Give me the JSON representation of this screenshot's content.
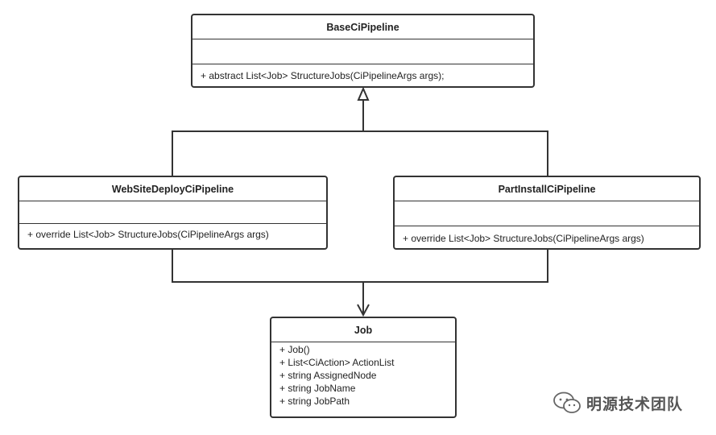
{
  "diagram": {
    "classes": {
      "base": {
        "name": "BaseCiPipeline",
        "operations": [
          "+ abstract List<Job> StructureJobs(CiPipelineArgs args);"
        ]
      },
      "website": {
        "name": "WebSiteDeployCiPipeline",
        "operations": [
          "+ override List<Job> StructureJobs(CiPipelineArgs args)"
        ]
      },
      "partinstall": {
        "name": "PartInstallCiPipeline",
        "operations": [
          "+ override List<Job> StructureJobs(CiPipelineArgs args)"
        ]
      },
      "job": {
        "name": "Job",
        "operations": [
          "+ Job()",
          "+ List<CiAction> ActionList",
          "+ string AssignedNode",
          "+ string JobName",
          "+ string JobPath"
        ]
      }
    },
    "relations": [
      {
        "from": "website",
        "to": "base",
        "type": "inheritance"
      },
      {
        "from": "partinstall",
        "to": "base",
        "type": "inheritance"
      },
      {
        "from": "website",
        "to": "job",
        "type": "dependency"
      },
      {
        "from": "partinstall",
        "to": "job",
        "type": "dependency"
      }
    ]
  },
  "watermark": {
    "text": "明源技术团队",
    "icon": "wechat-icon"
  }
}
